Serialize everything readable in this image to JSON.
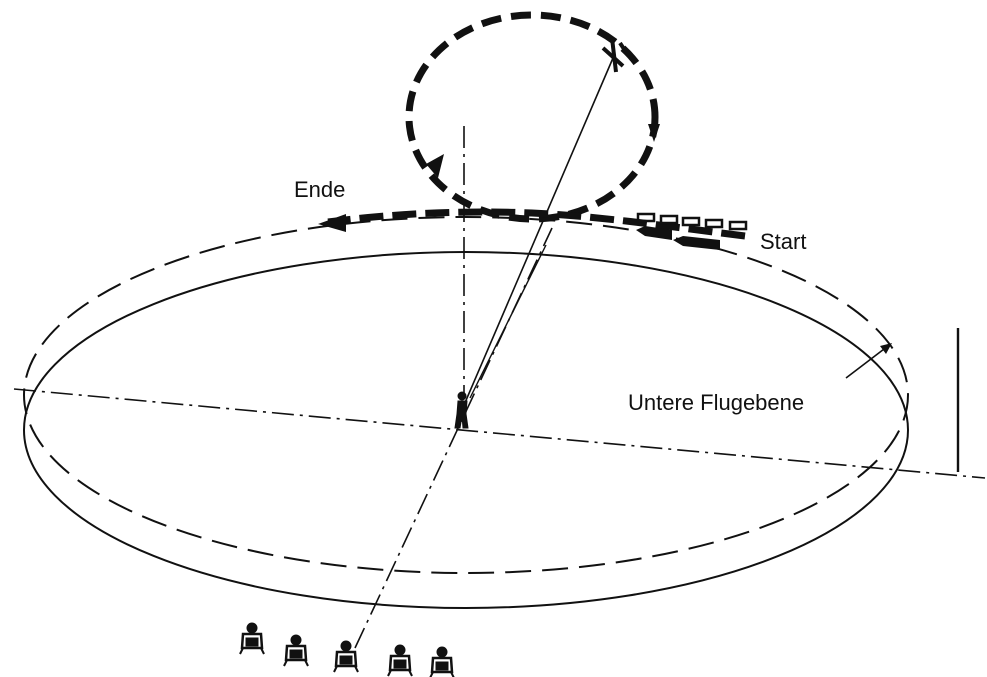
{
  "diagram": {
    "labels": {
      "end": "Ende",
      "start": "Start",
      "lower_plane": "Untere Flugebene"
    },
    "colors": {
      "ink": "#111111",
      "background": "#ffffff"
    },
    "judges_count": 5
  }
}
